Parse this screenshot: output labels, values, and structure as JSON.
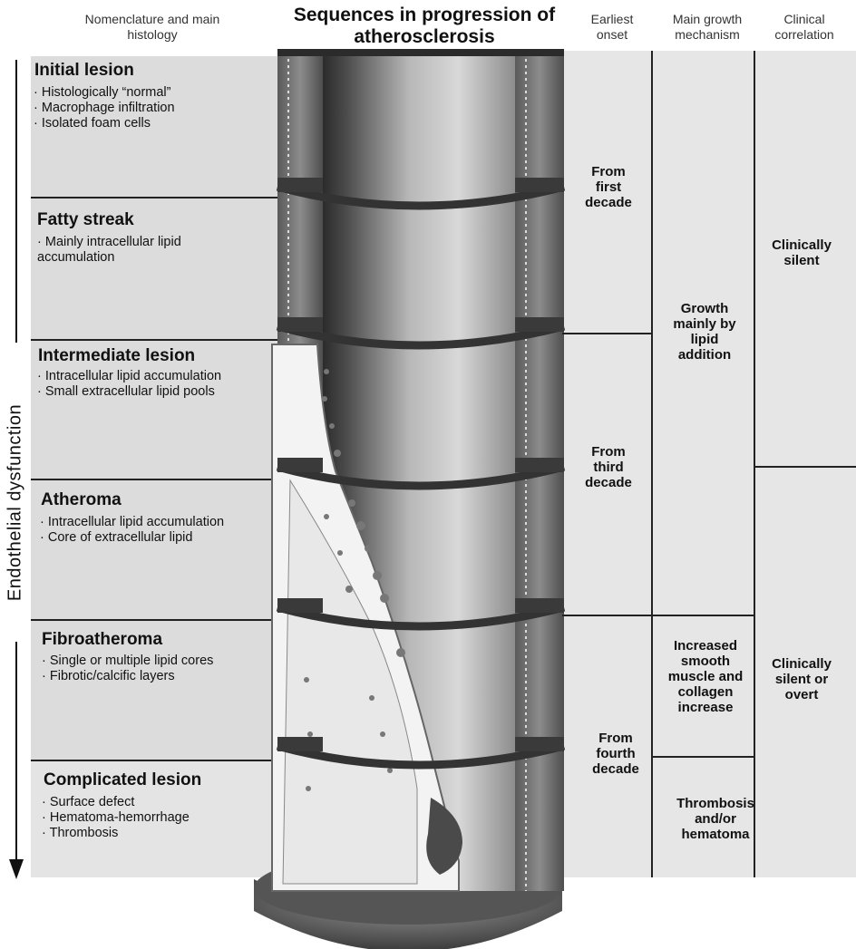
{
  "headers": {
    "nomenclature": "Nomenclature and main histology",
    "sequences": "Sequences in progression of atherosclerosis",
    "onset": "Earliest onset",
    "mechanism": "Main growth mechanism",
    "clinical": "Clinical correlation"
  },
  "axis_label": "Endothelial dysfunction",
  "stages": [
    {
      "title": "Initial lesion",
      "bullets": [
        "Histologically “normal”",
        "Macrophage infiltration",
        "Isolated foam cells"
      ]
    },
    {
      "title": "Fatty streak",
      "bullets": [
        "Mainly intracellular lipid",
        "accumulation"
      ]
    },
    {
      "title": "Intermediate lesion",
      "bullets": [
        "Intracellular lipid accumulation",
        "Small extracellular lipid pools"
      ]
    },
    {
      "title": "Atheroma",
      "bullets": [
        "Intracellular lipid accumulation",
        "Core of extracellular lipid"
      ]
    },
    {
      "title": "Fibroatheroma",
      "bullets": [
        "Single or multiple lipid cores",
        "Fibrotic/calcific layers"
      ]
    },
    {
      "title": "Complicated lesion",
      "bullets": [
        "Surface defect",
        "Hematoma-hemorrhage",
        "Thrombosis"
      ]
    }
  ],
  "onset": [
    "From first decade",
    "From third decade",
    "From fourth decade"
  ],
  "mechanism": [
    "Growth mainly by lipid addition",
    "Increased smooth muscle and collagen increase",
    "Thrombosis and/or hematoma"
  ],
  "clinical": [
    "Clinically silent",
    "Clinically silent or overt"
  ]
}
